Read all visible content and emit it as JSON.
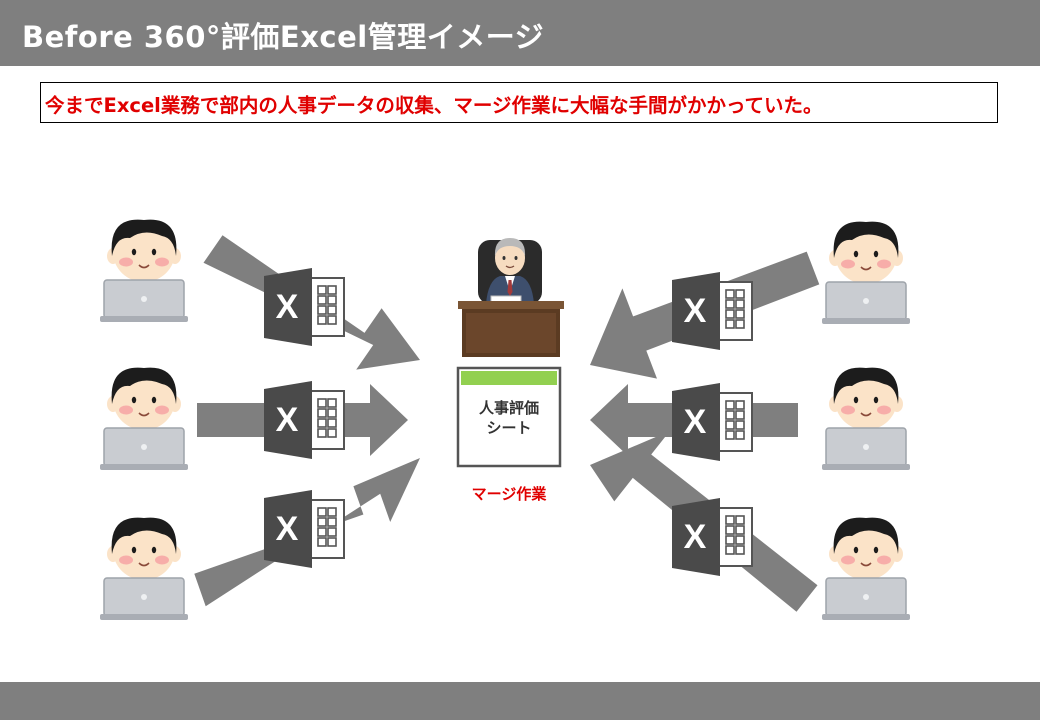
{
  "header": {
    "title": "Before 360°評価Excel管理イメージ"
  },
  "headline": {
    "text": "今までExcel業務で部内の人事データの収集、マージ作業に大幅な手間がかかっていた。"
  },
  "center": {
    "sheet_title_line1": "人事評価",
    "sheet_title_line2": "シート",
    "merge_caption": "マージ作業"
  },
  "icons": {
    "excel_letter": "X"
  },
  "colors": {
    "bar": "#7f7f7f",
    "arrow": "#7f7f7f",
    "headline_text": "#e00000",
    "sheet_header": "#92d050",
    "excel_icon": "#4a4a4a"
  }
}
